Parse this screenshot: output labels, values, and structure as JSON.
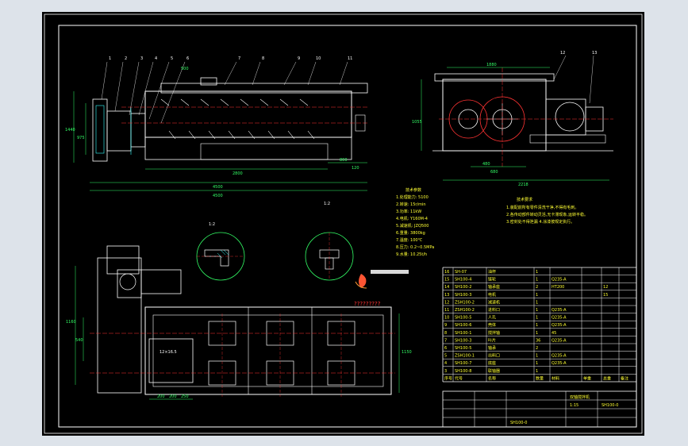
{
  "drawing": {
    "callouts": [
      "1",
      "2",
      "3",
      "4",
      "5",
      "6",
      "7",
      "8",
      "9",
      "10",
      "11",
      "12",
      "13"
    ],
    "top_dims": {
      "width_left": "4500",
      "width_total": "4500",
      "mid_left": "2800",
      "mid_right": "800",
      "small": "120",
      "height": "1440",
      "inner": "975",
      "small2": "500"
    },
    "side_dims": {
      "top": "1880",
      "bottom": "2218",
      "lower": "480",
      "lower2": "680",
      "height": "1055"
    },
    "plan_dims": {
      "left_h": "1160",
      "left_h2": "540",
      "right_h": "1150",
      "b1": "200",
      "b2": "200",
      "b3": "250",
      "inner_box": "12×16.5"
    },
    "detail_a_label": "1:2",
    "detail_b_label": "1:2",
    "tech_title": "技术参数",
    "tech_params": [
      "1.处理能力: 5100",
      "2.转速: 15r/min",
      "3.功率: 11kW",
      "4.电机: Y160M-4",
      "5.减速机: JZQ500",
      "6.重量: 3800kg",
      "7.温度: 100℃",
      "8.压力: 0.2~0.5MPa",
      "9.水量: 10.25t/h"
    ],
    "req_title": "技术要求",
    "requirements": [
      "1.装配前所有零件清洗干净,不得有毛刺。",
      "2.各传动部件转动灵活,无卡滞现象,运转平稳。",
      "3.密封处不得泄漏 4.涂漆按规定执行。"
    ],
    "watermark": "?????????",
    "bom_header": [
      "序号",
      "代号",
      "名称",
      "数量",
      "材料",
      "单重",
      "总重",
      "备注"
    ],
    "bom_rows": [
      [
        "16",
        "SH-07",
        "油杯",
        "1",
        "",
        "",
        "",
        ""
      ],
      [
        "15",
        "SH100-4",
        "链轮",
        "1",
        "Q235-A",
        "",
        "",
        ""
      ],
      [
        "14",
        "SH100-2",
        "轴承座",
        "2",
        "HT200",
        "",
        "12",
        ""
      ],
      [
        "13",
        "SH100-3",
        "电机",
        "1",
        "",
        "",
        "15",
        ""
      ],
      [
        "12",
        "ZSH100-2",
        "减速机",
        "1",
        "",
        "",
        "",
        ""
      ],
      [
        "11",
        "ZSH100-2",
        "进料口",
        "1",
        "Q235-A",
        "",
        "",
        ""
      ],
      [
        "10",
        "SH100-5",
        "人孔",
        "1",
        "Q235-A",
        "",
        "",
        ""
      ],
      [
        "9",
        "SH100-6",
        "壳体",
        "1",
        "Q235-A",
        "",
        "",
        ""
      ],
      [
        "8",
        "SH100-1",
        "搅拌轴",
        "1",
        "45",
        "",
        "",
        ""
      ],
      [
        "7",
        "SH100-3",
        "叶片",
        "36",
        "Q235-A",
        "",
        "",
        ""
      ],
      [
        "6",
        "SH100-5",
        "轴承",
        "2",
        "",
        "",
        "",
        ""
      ],
      [
        "5",
        "ZSH100-1",
        "出料口",
        "1",
        "Q235-A",
        "",
        "",
        ""
      ],
      [
        "4",
        "SH100-7",
        "底座",
        "1",
        "Q235-A",
        "",
        "",
        ""
      ],
      [
        "3",
        "SH100-8",
        "联轴器",
        "1",
        "",
        "",
        "",
        ""
      ]
    ],
    "title_block": {
      "name": "双轴搅拌机",
      "code": "SH100-0",
      "scale": "1:15",
      "sheet": "SH100-0"
    }
  },
  "colors": {
    "paper": "#000000",
    "outer": "#dde3ea",
    "line": "#ffffff",
    "dim": "#33ff66",
    "center": "#ff3333",
    "text": "#ffff33",
    "hatch": "#33ffff"
  }
}
